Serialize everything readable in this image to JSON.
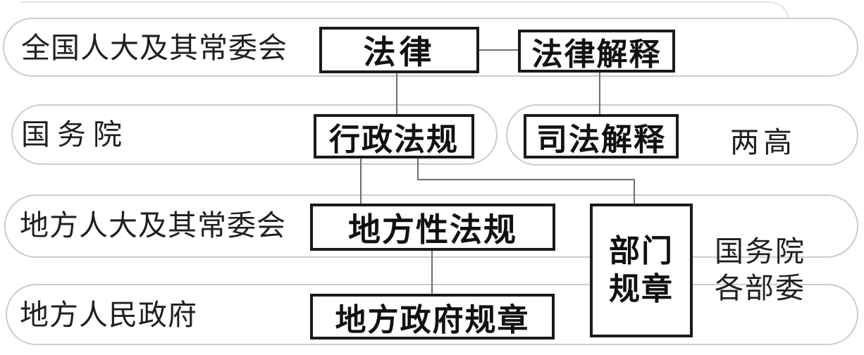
{
  "rows": [
    {
      "label": "全国人大及其常委会"
    },
    {
      "label": "国务院"
    },
    {
      "label": "地方人大及其常委会"
    },
    {
      "label": "地方人民政府"
    }
  ],
  "boxes": {
    "law": "法律",
    "legal_interpretation": "法律解释",
    "administrative_regulations": "行政法规",
    "judicial_interpretation": "司法解释",
    "local_regulations": "地方性法规",
    "local_government_rules": "地方政府规章",
    "departmental_rules_line1": "部门",
    "departmental_rules_line2": "规章"
  },
  "annotations": {
    "two_highs": "两高",
    "ministries_line1": "国务院",
    "ministries_line2": "各部委"
  },
  "colors": {
    "box-border": "#1a1a1a",
    "pill-border": "#cccccc",
    "connector": "#6f6f6f",
    "text": "#1f1f1f"
  }
}
